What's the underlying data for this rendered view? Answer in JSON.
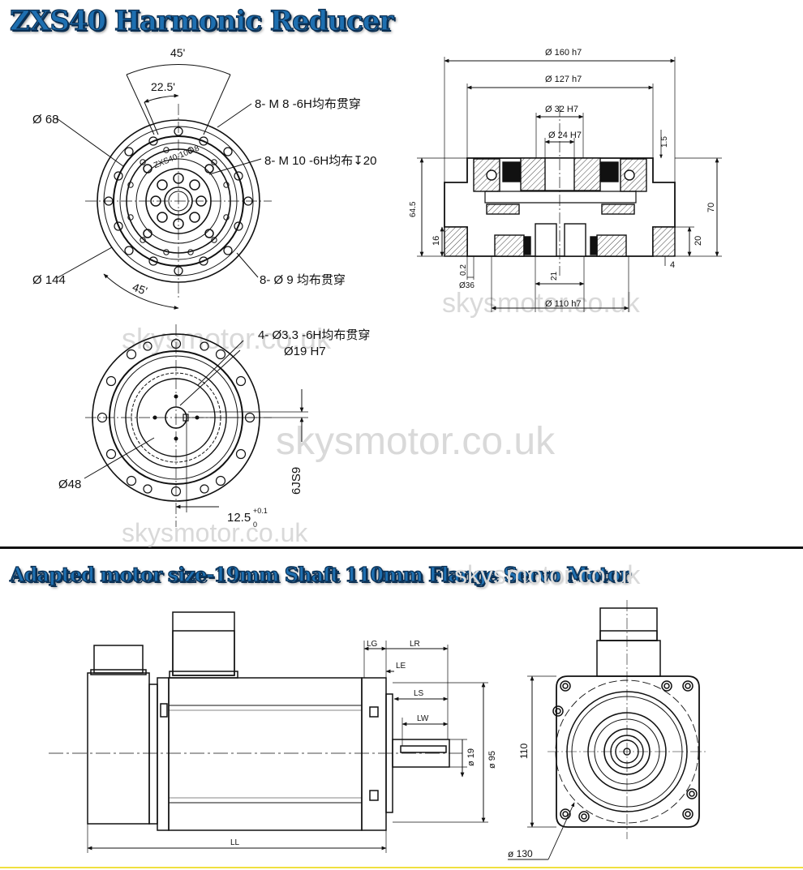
{
  "titles": {
    "reducer": "ZXS40 Harmonic Reducer",
    "motor": "Adapted motor size-19mm Shaft 110mm Flange Servo Motor"
  },
  "watermark": "skysmotor.co.uk",
  "front_view": {
    "angle_45_top": "45'",
    "angle_22_5": "22.5'",
    "angle_45_bottom": "45'",
    "dia_68": "Ø 68",
    "dia_144": "Ø 144",
    "note_m8": "8- M 8 -6H均布贯穿",
    "note_m10": "8- M 10 -6H均布↧20",
    "note_dia9": "8- Ø 9 均布贯穿",
    "rim_text": "ZXS40-100-8"
  },
  "rear_view": {
    "note_dia3_3": "4- Ø3.3 -6H均布贯穿",
    "dia_19": "Ø19 H7",
    "dia_48": "Ø48",
    "keyway_6js9": "6JS9",
    "dim_12_5": "12.5",
    "tol_upper": "+0.1",
    "tol_lower": "0"
  },
  "section_view": {
    "dia_160": "Ø 160 h7",
    "dia_127": "Ø 127 h7",
    "dia_32": "Ø 32 H7",
    "dia_24": "Ø 24 H7",
    "dim_1_5": "1.5",
    "dim_64_5": "64.5",
    "dim_70": "70",
    "dim_16": "16",
    "dim_20": "20",
    "dim_4": "4",
    "dim_0_2": "0.2",
    "dia_36": "Ø36",
    "dim_21": "21",
    "dia_110": "Ø 110 h7"
  },
  "motor_side": {
    "lg": "LG",
    "lr": "LR",
    "le": "LE",
    "ls": "LS",
    "lw": "LW",
    "ll": "LL",
    "dia_19": "ø 19",
    "dia_95": "ø 95"
  },
  "motor_front": {
    "dim_110": "110",
    "dia_130": "ø 130"
  }
}
